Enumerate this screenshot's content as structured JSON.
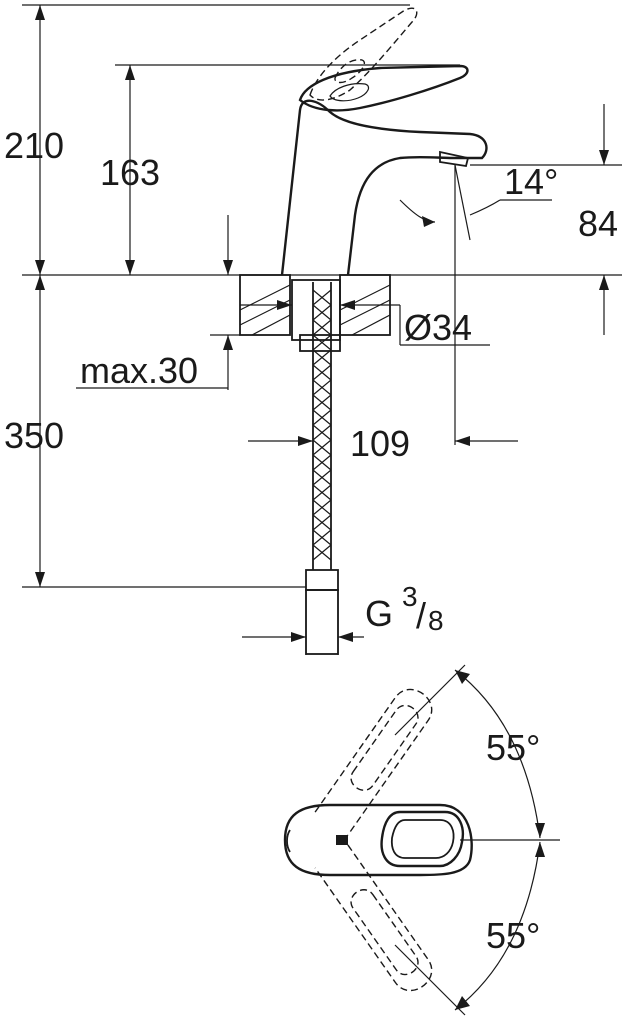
{
  "dimensions": {
    "overall_height": "210",
    "spout_height": "163",
    "outlet_height": "84",
    "spout_angle": "14°",
    "hole_diameter": "Ø34",
    "max_deck_thickness": "max.30",
    "hose_length": "350",
    "spout_reach": "109",
    "connection_thread_prefix": "G",
    "connection_thread_numerator": "3",
    "connection_thread_denominator": "8",
    "lever_angle_back": "55°",
    "lever_angle_front": "55°"
  },
  "colors": {
    "line": "#1a1a1a",
    "background": "#ffffff"
  }
}
